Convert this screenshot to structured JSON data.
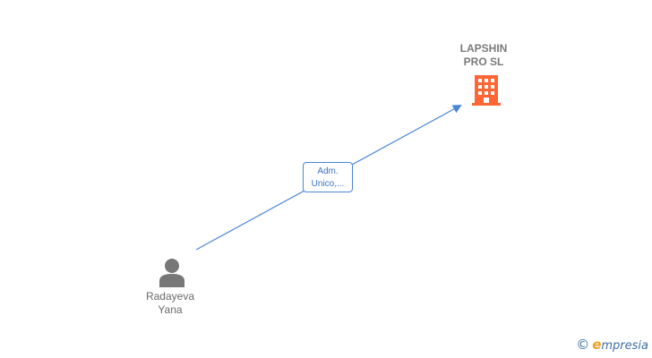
{
  "company": {
    "name": "LAPSHIN\nPRO  SL",
    "icon": "building-icon",
    "icon_color": "#ff6633"
  },
  "person": {
    "name": "Radayeva\nYana",
    "icon": "person-icon",
    "icon_color": "#777777"
  },
  "relation": {
    "line1": "Adm.",
    "line2": "Unico,...",
    "color": "#4a86d8"
  },
  "footer": {
    "copyright_symbol": "©",
    "brand_first": "e",
    "brand_rest": "mpresia"
  }
}
